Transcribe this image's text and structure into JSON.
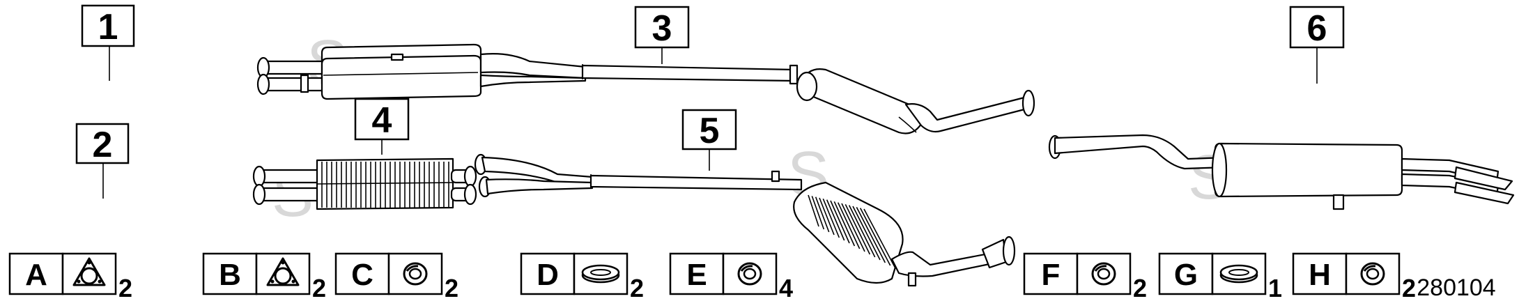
{
  "callouts": [
    "1",
    "2",
    "3",
    "4",
    "5",
    "6"
  ],
  "watermark": "S",
  "kits": [
    {
      "letter": "A",
      "icon": "triangle-flange-gasket-icon",
      "qty": "2"
    },
    {
      "letter": "B",
      "icon": "triangle-flange-gasket-icon",
      "qty": "2"
    },
    {
      "letter": "C",
      "icon": "ring-seal-icon",
      "qty": "2"
    },
    {
      "letter": "D",
      "icon": "flat-oval-gasket-icon",
      "qty": "2"
    },
    {
      "letter": "E",
      "icon": "ring-seal-icon",
      "qty": "4"
    },
    {
      "letter": "F",
      "icon": "ring-seal-icon",
      "qty": "2"
    },
    {
      "letter": "G",
      "icon": "flat-oval-gasket-icon",
      "qty": "1"
    },
    {
      "letter": "H",
      "icon": "ring-seal-icon",
      "qty": "2"
    }
  ],
  "diagram_code": "280104"
}
